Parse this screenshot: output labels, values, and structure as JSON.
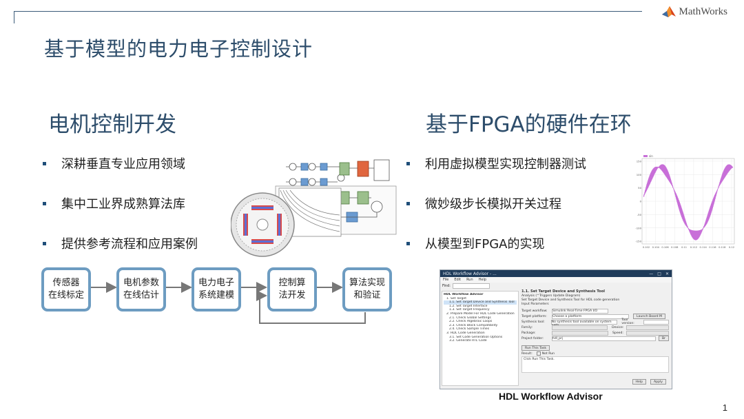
{
  "header": {
    "brand": "MathWorks",
    "title": "基于模型的电力电子控制设计"
  },
  "left": {
    "heading": "电机控制开发",
    "bullets": [
      "深耕垂直专业应用领域",
      "集中工业界成熟算法库",
      "提供参考流程和应用案例"
    ]
  },
  "right": {
    "heading": "基于FPGA的硬件在环",
    "bullets": [
      "利用虚拟模型实现控制器测试",
      "微妙级步长模拟开关过程",
      "从模型到FPGA的实现"
    ]
  },
  "flow": {
    "steps": [
      "传感器\n在线标定",
      "电机参数\n在线估计",
      "电力电子\n系统建模",
      "控制算\n法开发",
      "算法实现\n和验证"
    ]
  },
  "workflow_window": {
    "title": "HDL Workflow Advisor - ...",
    "menu": [
      "File",
      "Edit",
      "Run",
      "Help"
    ],
    "find_label": "Find:",
    "tree": [
      "HDL Workflow Advisor",
      "1. Set Target",
      "1.1. Set Target Device and Synthesis Tool",
      "1.2. Set Target Interface",
      "1.3. Set Target Frequency",
      "2. Prepare Model For HDL Code Generation",
      "2.1. Check Global Settings",
      "2.2. Check Algebraic Loops",
      "2.3. Check Block Compatibility",
      "2.4. Check Sample Times",
      "3. HDL Code Generation",
      "3.1. Set Code Generation Options",
      "3.2. Generate RTL Code"
    ],
    "panel_title": "1.1. Set Target Device and Synthesis Tool",
    "panel_sub": "Analysis (^Triggers Update Diagram)",
    "panel_desc": "Set Target Device and Synthesis Tool for HDL code generation",
    "input_params": "Input Parameters",
    "fields": [
      {
        "label": "Target workflow:",
        "value": "Simulink Real-Time FPGA I/O"
      },
      {
        "label": "Target platform:",
        "value": "Choose a platform"
      },
      {
        "label": "Synthesis tool:",
        "value": "No synthesis tool available on system path"
      },
      {
        "label": "Family:",
        "value": ""
      },
      {
        "label": "Package:",
        "value": ""
      },
      {
        "label": "Project folder:",
        "value": "hdl_prj"
      }
    ],
    "tool_version_label": "Tool version:",
    "device_label": "Device:",
    "speed_label": "Speed:",
    "launch_label": "Launch Board M",
    "browse_label": "Br",
    "run_button": "Run This Task",
    "result_label": "Result:",
    "not_run": "Not Run",
    "click_label": "Click Run This Task.",
    "help_button": "Help",
    "apply_button": "Apply"
  },
  "caption": "HDL Workflow Advisor",
  "page_number": "1",
  "colors": {
    "title": "#2d4d6b",
    "flow_border": "#6d9cc1",
    "bullet": "#1f4e79",
    "wave": "#c86fd8"
  },
  "chart_data": {
    "type": "line",
    "legend": [
      "sin"
    ],
    "xlabel": "",
    "ylabel": "",
    "x_ticks": [
      "0.102",
      "0.104",
      "0.106",
      "0.108",
      "0.11",
      "0.112",
      "0.114",
      "0.116",
      "0.118",
      "0.12"
    ],
    "y_ticks": [
      "150",
      "100",
      "50",
      "0",
      "-50",
      "-100",
      "-150"
    ],
    "ylim": [
      -160,
      160
    ]
  }
}
